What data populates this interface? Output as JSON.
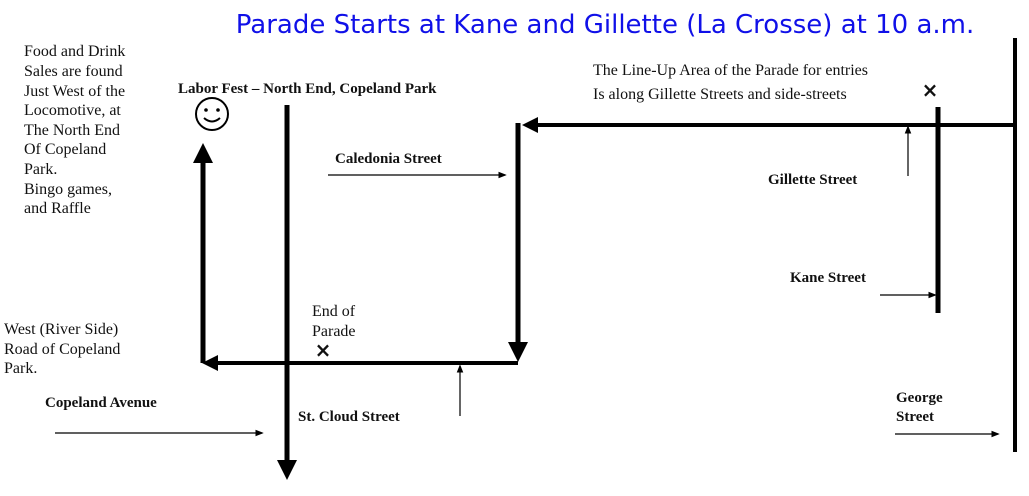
{
  "title": "Parade Starts at Kane and Gillette (La Crosse) at 10 a.m.",
  "colors": {
    "title": "#1010e8",
    "lines": "#000000"
  },
  "food_note": [
    "Food and Drink",
    "Sales are found",
    "Just West of the",
    "Locomotive, at",
    "The North End",
    "Of Copeland",
    "Park.",
    "Bingo games,",
    "and Raffle"
  ],
  "labor_fest": "Labor Fest – North End, Copeland Park",
  "lineup_note": [
    "The Line-Up Area of the Parade for entries",
    "Is along Gillette Streets and side-streets"
  ],
  "end_of_parade": [
    "End of",
    "Parade"
  ],
  "west_road": [
    "West (River Side)",
    "Road of Copeland",
    "Park."
  ],
  "streets": {
    "caledonia": "Caledonia Street",
    "gillette": "Gillette Street",
    "kane": "Kane Street",
    "copeland": "Copeland Avenue",
    "st_cloud": "St. Cloud Street",
    "george": [
      "George",
      "Street"
    ]
  },
  "marker": "×",
  "icons": {
    "smiley": "smiley-face-icon",
    "marker": "x-marker-icon"
  }
}
